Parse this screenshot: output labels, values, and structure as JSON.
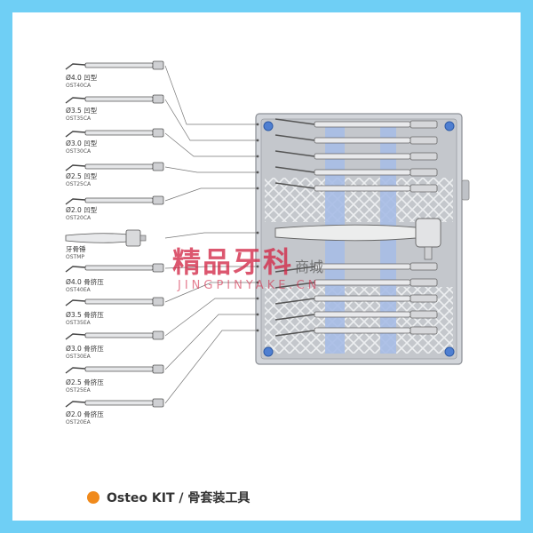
{
  "tools": [
    {
      "name": "Ø4.0 凹型",
      "code": "OST40CA"
    },
    {
      "name": "Ø3.5 凹型",
      "code": "OST35CA"
    },
    {
      "name": "Ø3.0 凹型",
      "code": "OST30CA"
    },
    {
      "name": "Ø2.5 凹型",
      "code": "OST25CA"
    },
    {
      "name": "Ø2.0 凹型",
      "code": "OST20CA"
    },
    {
      "name": "牙骨锤",
      "code": "OSTMP"
    },
    {
      "name": "Ø4.0 骨挤压",
      "code": "OST40EA"
    },
    {
      "name": "Ø3.5 骨挤压",
      "code": "OST35EA"
    },
    {
      "name": "Ø3.0 骨挤压",
      "code": "OST30EA"
    },
    {
      "name": "Ø2.5 骨挤压",
      "code": "OST25EA"
    },
    {
      "name": "Ø2.0 骨挤压",
      "code": "OST20EA"
    }
  ],
  "watermark": {
    "main": "精品牙科",
    "sub": "商城",
    "url": "JINGPINYAKE.CN"
  },
  "footer": {
    "caption": "Osteo KIT / 骨套装工具",
    "dot_color": "#f08a1c"
  },
  "colors": {
    "background": "#6fcff5",
    "tray": "#c9ccd1",
    "blue_strip": "#9fb6e3"
  }
}
